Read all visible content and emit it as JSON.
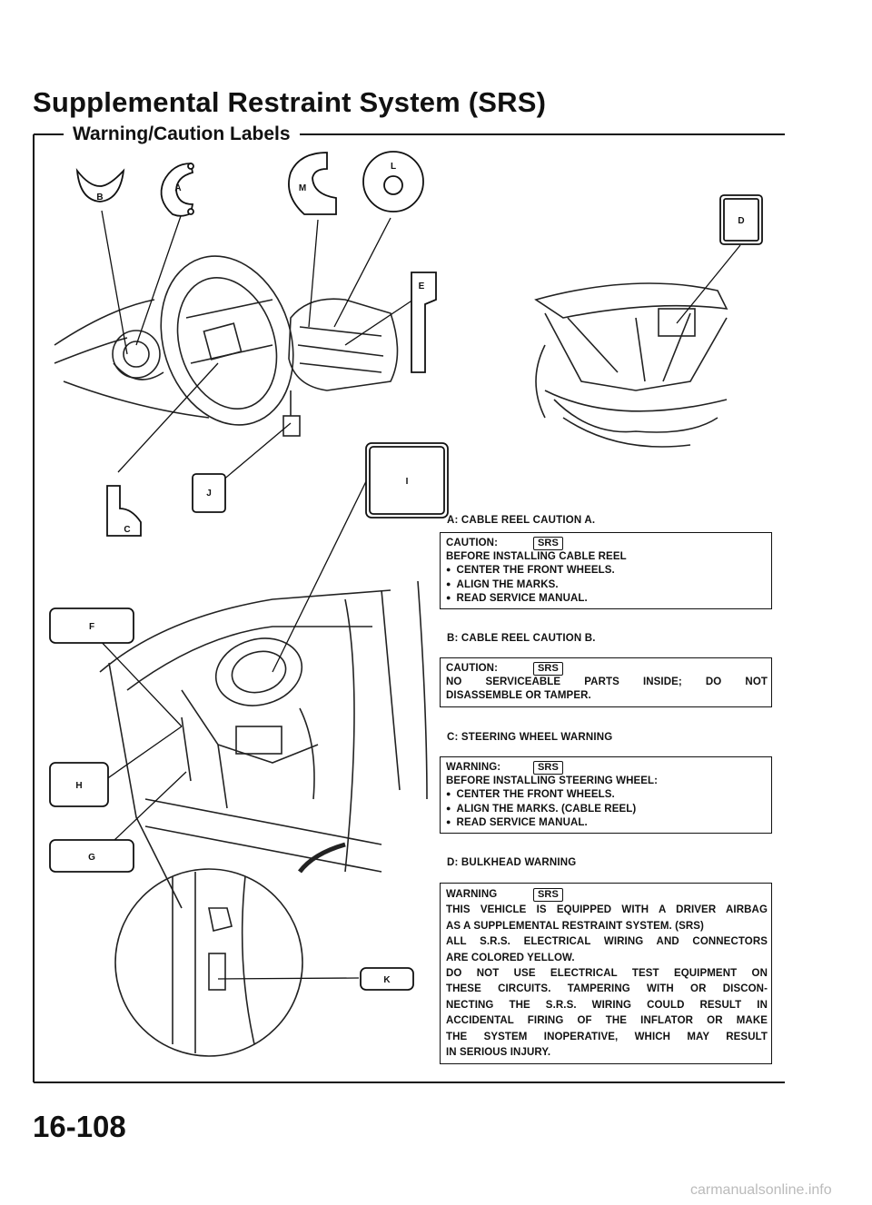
{
  "header": {
    "title": "Supplemental Restraint System (SRS)",
    "subtitle": "Warning/Caution Labels"
  },
  "callouts": [
    "A",
    "B",
    "C",
    "D",
    "E",
    "F",
    "G",
    "H",
    "I",
    "J",
    "K",
    "L",
    "M"
  ],
  "labels": {
    "a": {
      "caption": "A: CABLE REEL CAUTION A.",
      "heading": "CAUTION:",
      "badge": "SRS",
      "lines": [
        "BEFORE INSTALLING CABLE REEL"
      ],
      "bullets": [
        "CENTER THE FRONT WHEELS.",
        "ALIGN THE MARKS.",
        "READ SERVICE MANUAL."
      ]
    },
    "b": {
      "caption": "B: CABLE REEL CAUTION B.",
      "heading": "CAUTION:",
      "badge": "SRS",
      "lines": [
        "NO SERVICEABLE PARTS INSIDE; DO NOT",
        "DISASSEMBLE OR TAMPER."
      ]
    },
    "c": {
      "caption": "C: STEERING WHEEL WARNING",
      "heading": "WARNING:",
      "badge": "SRS",
      "lines": [
        "BEFORE INSTALLING STEERING WHEEL:"
      ],
      "bullets": [
        "CENTER THE FRONT WHEELS.",
        "ALIGN THE MARKS. (CABLE REEL)",
        "READ SERVICE MANUAL."
      ]
    },
    "d": {
      "caption": "D: BULKHEAD WARNING",
      "heading": "WARNING",
      "badge": "SRS",
      "lines": [
        "THIS VEHICLE IS EQUIPPED WITH A DRIVER AIRBAG",
        "AS A SUPPLEMENTAL RESTRAINT SYSTEM. (SRS)",
        "ALL S.R.S. ELECTRICAL WIRING AND CONNECTORS",
        "ARE COLORED YELLOW.",
        "DO NOT USE ELECTRICAL TEST EQUIPMENT ON",
        "THESE CIRCUITS. TAMPERING WITH OR DISCON-",
        "NECTING THE S.R.S. WIRING COULD RESULT IN",
        "ACCIDENTAL FIRING OF THE INFLATOR OR MAKE",
        "THE SYSTEM INOPERATIVE, WHICH MAY RESULT",
        "IN SERIOUS INJURY."
      ]
    }
  },
  "footer": {
    "page_number": "16-108",
    "watermark": "carmanualsonline.info"
  }
}
